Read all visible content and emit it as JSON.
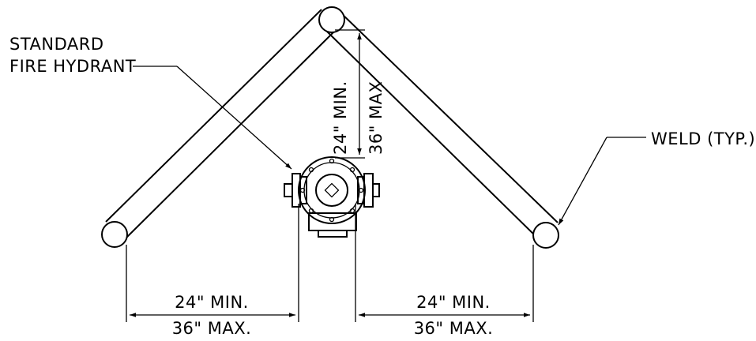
{
  "labels": {
    "hydrant_line1": "STANDARD",
    "hydrant_line2": "FIRE HYDRANT",
    "weld": "WELD (TYP.)",
    "vertical_min": "24\" MIN.",
    "vertical_max": "36\" MAX",
    "left_min": "24\" MIN.",
    "left_max": "36\" MAX.",
    "right_min": "24\" MIN.",
    "right_max": "36\" MAX."
  }
}
